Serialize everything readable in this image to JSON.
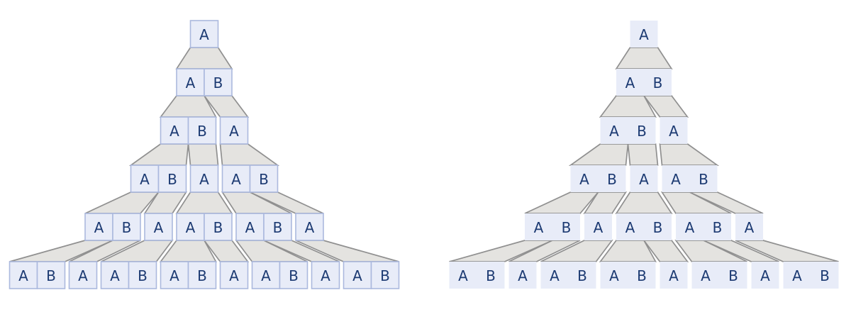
{
  "figure": {
    "kind": "substitution-tree-diagram",
    "alphabet": [
      "A",
      "B"
    ],
    "levels": [
      [
        "A"
      ],
      [
        "AB"
      ],
      [
        "AB",
        "A"
      ],
      [
        "AB",
        "A",
        "AB"
      ],
      [
        "AB",
        "A",
        "AB",
        "AB",
        "A"
      ],
      [
        "AB",
        "A",
        "AB",
        "AB",
        "A",
        "AB",
        "A",
        "AB"
      ]
    ],
    "panels": [
      {
        "name": "left-tree",
        "style": "outlined-cells"
      },
      {
        "name": "right-tree",
        "style": "merged-groups"
      }
    ],
    "colors": {
      "background": "#ffffff",
      "cell_fill": "#e8ecf8",
      "cell_border": "#abb9de",
      "letter": "#1c3a72",
      "trapezoid_fill": "#e4e3e0",
      "trapezoid_stroke": "#909090"
    }
  }
}
